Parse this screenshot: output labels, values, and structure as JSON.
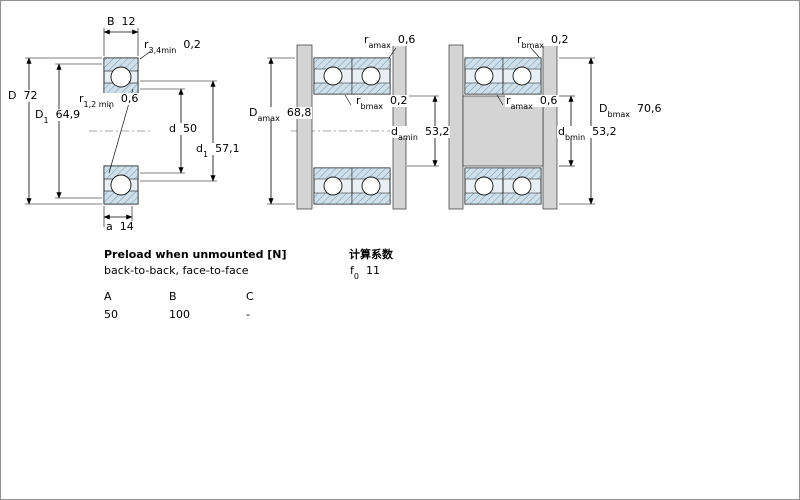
{
  "left_view": {
    "dims": {
      "B": {
        "name": "B",
        "sub": "",
        "value": "12"
      },
      "r34": {
        "name": "r",
        "sub": "3,4min",
        "value": "0,2"
      },
      "D": {
        "name": "D",
        "sub": "",
        "value": "72"
      },
      "D1": {
        "name": "D",
        "sub": "1",
        "value": "64,9"
      },
      "r12": {
        "name": "r",
        "sub": "1,2 min",
        "value": "0,6"
      },
      "d": {
        "name": "d",
        "sub": "",
        "value": "50"
      },
      "d1": {
        "name": "d",
        "sub": "1",
        "value": "57,1"
      },
      "a": {
        "name": "a",
        "sub": "",
        "value": "14"
      }
    }
  },
  "middle_view": {
    "dims": {
      "ramax": {
        "name": "r",
        "sub": "amax",
        "value": "0,6"
      },
      "rbmax": {
        "name": "r",
        "sub": "bmax",
        "value": "0,2"
      },
      "Damax": {
        "name": "D",
        "sub": "amax",
        "value": "68,8"
      },
      "damin": {
        "name": "d",
        "sub": "amin",
        "value": "53,2"
      }
    }
  },
  "right_view": {
    "dims": {
      "rbmax": {
        "name": "r",
        "sub": "bmax",
        "value": "0,2"
      },
      "ramax": {
        "name": "r",
        "sub": "amax",
        "value": "0,6"
      },
      "Dbmax": {
        "name": "D",
        "sub": "bmax",
        "value": "70,6"
      },
      "dbmin": {
        "name": "d",
        "sub": "bmin",
        "value": "53,2"
      }
    }
  },
  "preload": {
    "title": "Preload when unmounted [N]",
    "subtitle": "back-to-back, face-to-face",
    "columns": [
      "A",
      "B",
      "C"
    ],
    "values": [
      "50",
      "100",
      "-"
    ]
  },
  "factors": {
    "title": "计算系数",
    "f0": {
      "name": "f",
      "sub": "0",
      "value": "11"
    }
  },
  "colors": {
    "bearing_fill": "#e8f0f6",
    "hatch_line": "#7096ad",
    "steel_gray": "#d4d4d4",
    "line": "#111111"
  }
}
